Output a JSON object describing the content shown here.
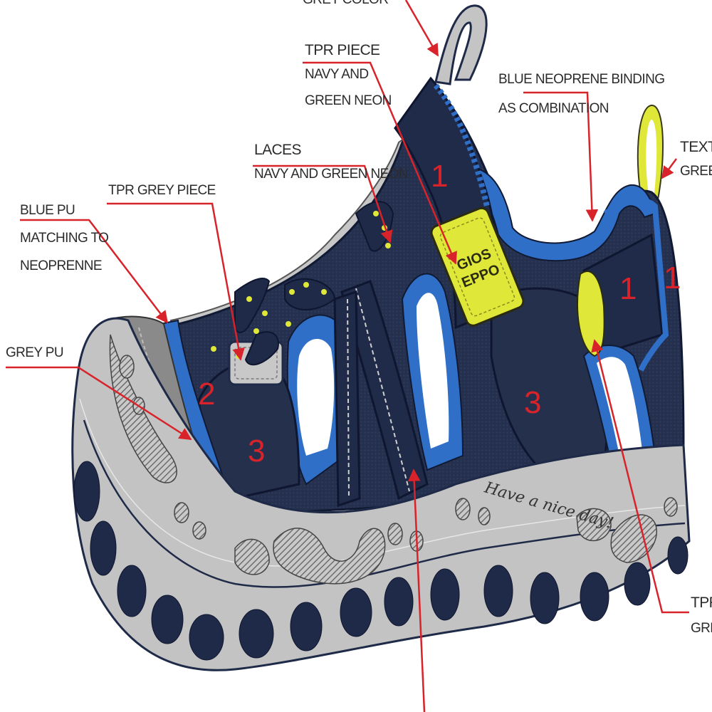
{
  "labels": {
    "grey_color": "GREY COLOR",
    "tpr_piece": {
      "title": "TPR PIECE",
      "line1": "NAVY AND",
      "line2": "GREEN NEON"
    },
    "binding": {
      "title": "BLUE NEOPRENE BINDING",
      "line1": "AS COMBINATION"
    },
    "textile": {
      "title": "TEXTIL",
      "line1": "GREEN"
    },
    "laces": {
      "title": "LACES",
      "line1": "NAVY AND GREEN NEON"
    },
    "tpr_grey": {
      "title": "TPR GREY PIECE"
    },
    "blue_pu": {
      "title": "BLUE PU",
      "line1": "MATCHING TO",
      "line2": "NEOPRENNE"
    },
    "grey_pu": {
      "title": "GREY PU"
    },
    "tpr_bottom": {
      "title": "TPR",
      "line1": "GREE"
    }
  },
  "numbers": {
    "n1a": "1",
    "n1b": "1",
    "n1c": "1",
    "n2": "2",
    "n3a": "3",
    "n3b": "3"
  },
  "sole_text": "Have a nice day!",
  "logo": {
    "line1": "GIOS",
    "line2": "EPPO"
  },
  "colors": {
    "navy": "#1e2a47",
    "blue": "#2f6fc7",
    "grey": "#bcbcbc",
    "dark_grey": "#8a8a8a",
    "neon": "#dfe838",
    "red": "#d8232a"
  }
}
